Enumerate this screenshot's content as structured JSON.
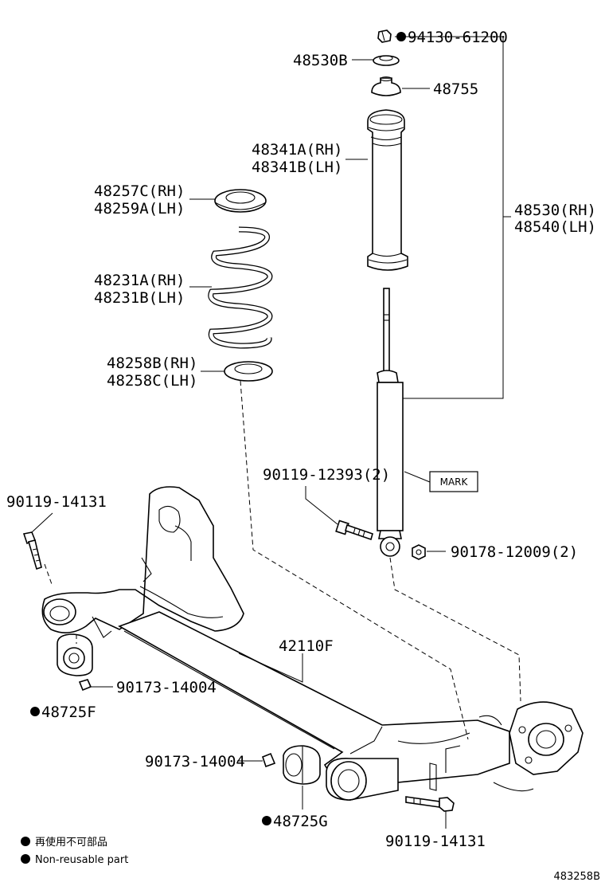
{
  "parts": {
    "nut_top": "94130-61200",
    "insulator_upper": "48530B",
    "bumper_upper": "48755",
    "boot_rh": "48341A(RH)",
    "boot_lh": "48341B(LH)",
    "seat_upper_rh": "48257C(RH)",
    "seat_upper_lh": "48259A(LH)",
    "spring_rh": "48231A(RH)",
    "spring_lh": "48231B(LH)",
    "seat_lower_rh": "48258B(RH)",
    "seat_lower_lh": "48258C(LH)",
    "absorber_rh": "48530(RH)",
    "absorber_lh": "48540(LH)",
    "bolt_absorber": "90119-12393(2)",
    "mark": "MARK",
    "nut_absorber": "90178-12009(2)",
    "bolt_beam_left": "90119-14131",
    "beam": "42110F",
    "washer_left": "90173-14004",
    "bush_left": "48725F",
    "washer_right": "90173-14004",
    "bush_right": "48725G",
    "bolt_beam_right": "90119-14131"
  },
  "legend": {
    "jp": "再使用不可部品",
    "en": "Non-reusable part"
  },
  "diagram_code": "483258B"
}
